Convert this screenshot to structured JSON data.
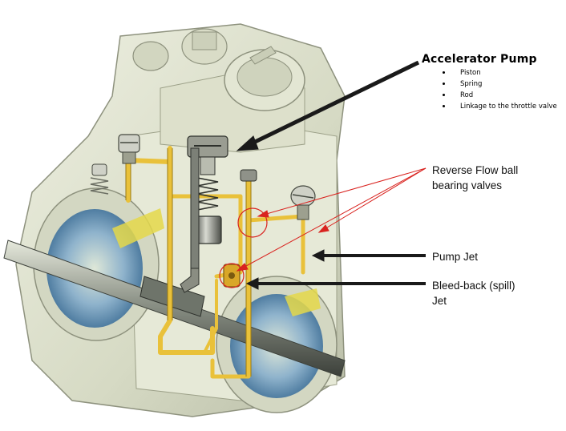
{
  "accelerator_pump": {
    "title": "Accelerator Pump",
    "parts": [
      "Piston",
      "Spring",
      "Rod",
      "Linkage to the throttle valve"
    ]
  },
  "labels": {
    "reverse_flow": "Reverse Flow ball bearing valves",
    "pump_jet": "Pump Jet",
    "bleed_back": "Bleed-back (spill) Jet"
  },
  "colors": {
    "casting": "#d9ddc8",
    "casting_shadow": "#a9ad98",
    "fuel_passage": "#e9c13a",
    "bore_blue": "#5f8fb5",
    "pointer_black": "#1a1a1a",
    "pointer_red": "#d9231f"
  }
}
